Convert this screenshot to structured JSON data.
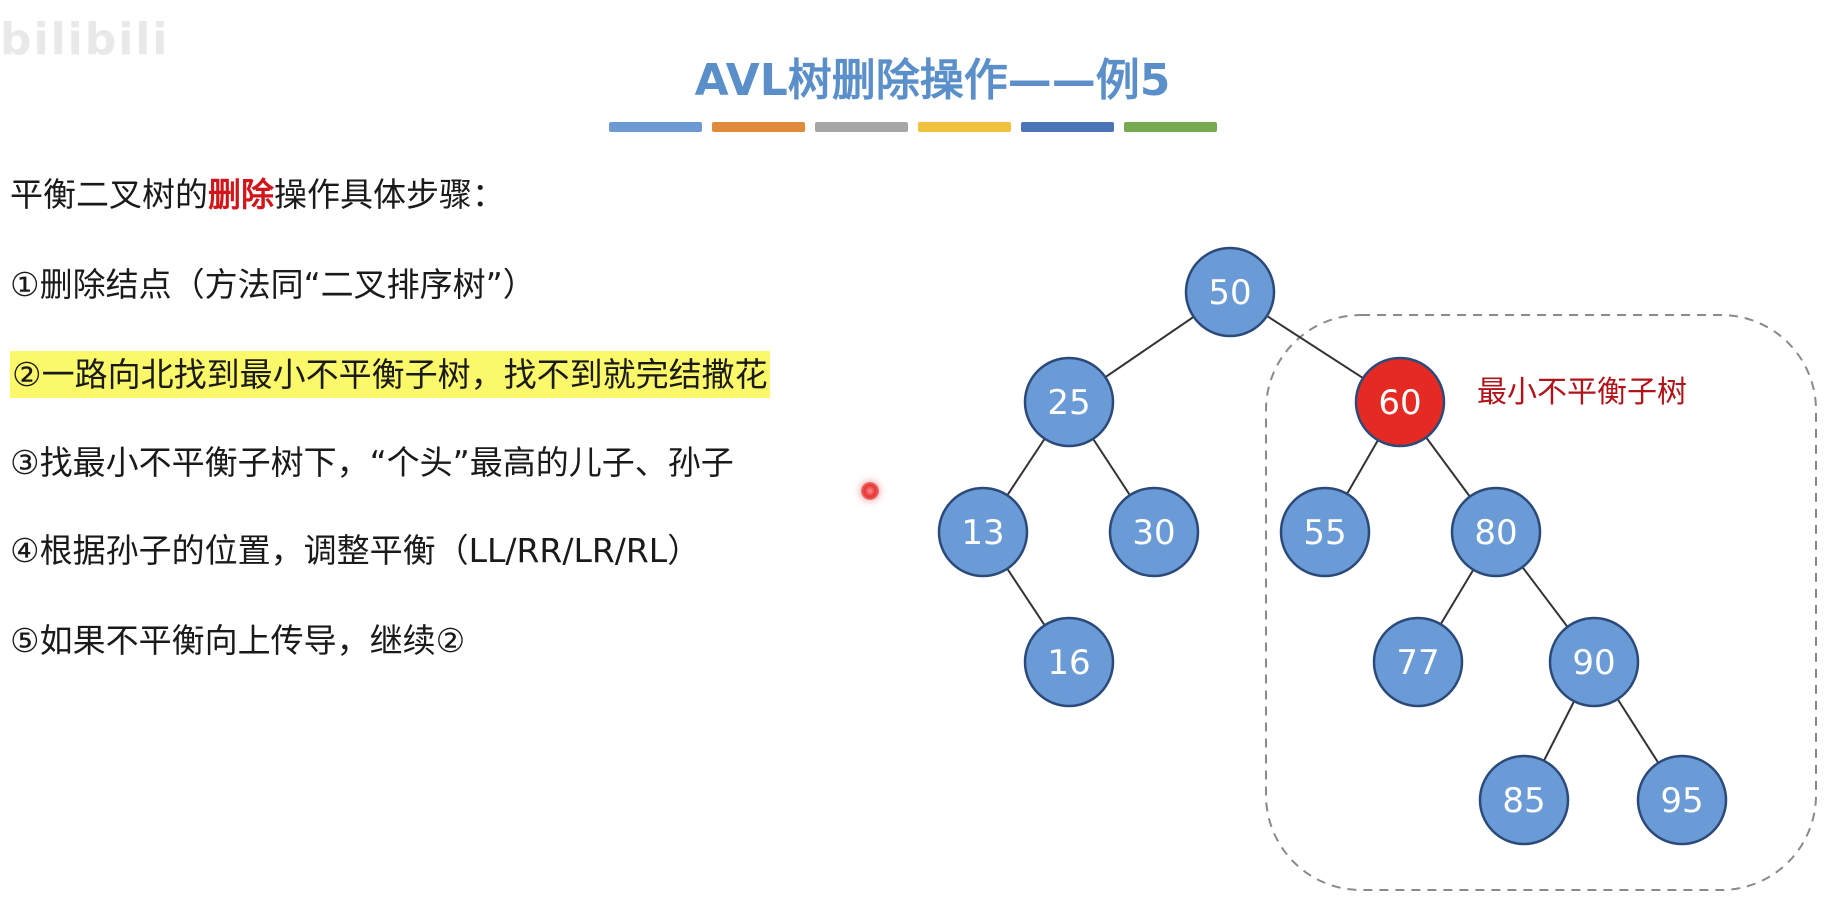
{
  "watermark": "bilibili",
  "title": "AVL树删除操作——例5",
  "color_bar": [
    "#6b9bd2",
    "#e08a3c",
    "#a6a6a6",
    "#f0c23e",
    "#4a73b8",
    "#77ab4f"
  ],
  "steps": {
    "intro_prefix": "平衡二叉树的",
    "intro_highlight": "删除",
    "intro_suffix": "操作具体步骤：",
    "step1": "①删除结点（方法同“二叉排序树”）",
    "step2": "②一路向北找到最小不平衡子树，找不到就完结撒花",
    "step3": "③找最小不平衡子树下，“个头”最高的儿子、孙子",
    "step4": "④根据孙子的位置，调整平衡（LL/RR/LR/RL）",
    "step5": "⑤如果不平衡向上传导，继续②"
  },
  "tree": {
    "subtree_label": "最小不平衡子树",
    "colors": {
      "node_fill": "#6b9bd7",
      "node_stroke": "#2b4a7a",
      "unbalanced_fill": "#e42a22",
      "edge": "#333333",
      "dashed_box": "#8a8a8a"
    },
    "nodes": [
      {
        "id": "n50",
        "value": "50",
        "unbalanced": false
      },
      {
        "id": "n25",
        "value": "25",
        "unbalanced": false
      },
      {
        "id": "n60",
        "value": "60",
        "unbalanced": true
      },
      {
        "id": "n13",
        "value": "13",
        "unbalanced": false
      },
      {
        "id": "n30",
        "value": "30",
        "unbalanced": false
      },
      {
        "id": "n55",
        "value": "55",
        "unbalanced": false
      },
      {
        "id": "n80",
        "value": "80",
        "unbalanced": false
      },
      {
        "id": "n16",
        "value": "16",
        "unbalanced": false
      },
      {
        "id": "n77",
        "value": "77",
        "unbalanced": false
      },
      {
        "id": "n90",
        "value": "90",
        "unbalanced": false
      },
      {
        "id": "n85",
        "value": "85",
        "unbalanced": false
      },
      {
        "id": "n95",
        "value": "95",
        "unbalanced": false
      }
    ],
    "edges": [
      [
        "n50",
        "n25"
      ],
      [
        "n50",
        "n60"
      ],
      [
        "n25",
        "n13"
      ],
      [
        "n25",
        "n30"
      ],
      [
        "n13",
        "n16"
      ],
      [
        "n60",
        "n55"
      ],
      [
        "n60",
        "n80"
      ],
      [
        "n80",
        "n77"
      ],
      [
        "n80",
        "n90"
      ],
      [
        "n90",
        "n85"
      ],
      [
        "n90",
        "n95"
      ]
    ]
  }
}
